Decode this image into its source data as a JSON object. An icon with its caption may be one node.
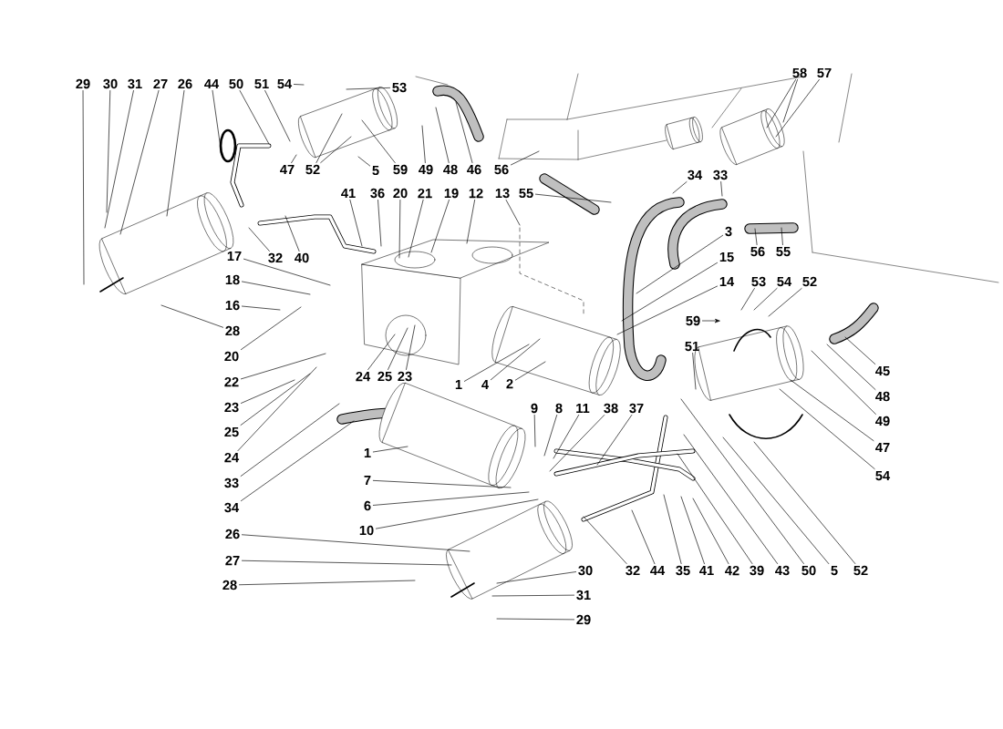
{
  "diagram": {
    "nodes": [
      {
        "text": [
          "29"
        ]
      },
      {
        "text": [
          "30"
        ]
      },
      {
        "text": [
          "31"
        ]
      },
      {
        "text": [
          "27"
        ]
      },
      {
        "text": [
          "26"
        ]
      },
      {
        "text": [
          "44"
        ]
      },
      {
        "text": [
          "50"
        ]
      },
      {
        "text": [
          "51"
        ]
      },
      {
        "text": [
          "54"
        ]
      },
      {
        "text": [
          "53"
        ]
      },
      {
        "text": [
          "47"
        ]
      },
      {
        "text": [
          "52"
        ]
      },
      {
        "text": [
          "5"
        ]
      },
      {
        "text": [
          "59"
        ]
      },
      {
        "text": [
          "49"
        ]
      },
      {
        "text": [
          "48"
        ]
      },
      {
        "text": [
          "46"
        ]
      },
      {
        "text": [
          "56"
        ]
      },
      {
        "text": [
          "58"
        ]
      },
      {
        "text": [
          "57"
        ]
      },
      {
        "text": [
          "41"
        ]
      },
      {
        "text": [
          "36"
        ]
      },
      {
        "text": [
          "20"
        ]
      },
      {
        "text": [
          "21"
        ]
      },
      {
        "text": [
          "19"
        ]
      },
      {
        "text": [
          "12"
        ]
      },
      {
        "text": [
          "13"
        ]
      },
      {
        "text": [
          "55"
        ]
      },
      {
        "text": [
          "34"
        ]
      },
      {
        "text": [
          "33"
        ]
      },
      {
        "text": [
          "3"
        ]
      },
      {
        "text": [
          "56"
        ]
      },
      {
        "text": [
          "55"
        ]
      },
      {
        "text": [
          "15"
        ]
      },
      {
        "text": [
          "14"
        ]
      },
      {
        "text": [
          "32"
        ]
      },
      {
        "text": [
          "40"
        ]
      },
      {
        "text": [
          "17"
        ]
      },
      {
        "text": [
          "18"
        ]
      },
      {
        "text": [
          "16"
        ]
      },
      {
        "text": [
          "28"
        ]
      },
      {
        "text": [
          "20"
        ]
      },
      {
        "text": [
          "22"
        ]
      },
      {
        "text": [
          "23"
        ]
      },
      {
        "text": [
          "25"
        ]
      },
      {
        "text": [
          "24"
        ]
      },
      {
        "text": [
          "33"
        ]
      },
      {
        "text": [
          "34"
        ]
      },
      {
        "text": [
          "24"
        ]
      },
      {
        "text": [
          "25"
        ]
      },
      {
        "text": [
          "23"
        ]
      },
      {
        "text": [
          "1"
        ]
      },
      {
        "text": [
          "4"
        ]
      },
      {
        "text": [
          "2"
        ]
      },
      {
        "text": [
          "59"
        ]
      },
      {
        "text": [
          "53"
        ]
      },
      {
        "text": [
          "54"
        ]
      },
      {
        "text": [
          "52"
        ]
      },
      {
        "text": [
          "51"
        ]
      },
      {
        "text": [
          "45"
        ]
      },
      {
        "text": [
          "48"
        ]
      },
      {
        "text": [
          "49"
        ]
      },
      {
        "text": [
          "47"
        ]
      },
      {
        "text": [
          "54"
        ]
      },
      {
        "text": [
          "1"
        ]
      },
      {
        "text": [
          "9"
        ]
      },
      {
        "text": [
          "8"
        ]
      },
      {
        "text": [
          "11"
        ]
      },
      {
        "text": [
          "38"
        ]
      },
      {
        "text": [
          "37"
        ]
      },
      {
        "text": [
          "7"
        ]
      },
      {
        "text": [
          "6"
        ]
      },
      {
        "text": [
          "10"
        ]
      },
      {
        "text": [
          "26"
        ]
      },
      {
        "text": [
          "27"
        ]
      },
      {
        "text": [
          "28"
        ]
      },
      {
        "text": [
          "32"
        ]
      },
      {
        "text": [
          "44"
        ]
      },
      {
        "text": [
          "35"
        ]
      },
      {
        "text": [
          "41"
        ]
      },
      {
        "text": [
          "42"
        ]
      },
      {
        "text": [
          "39"
        ]
      },
      {
        "text": [
          "43"
        ]
      },
      {
        "text": [
          "50"
        ]
      },
      {
        "text": [
          "5"
        ]
      },
      {
        "text": [
          "52"
        ]
      },
      {
        "text": [
          "30"
        ]
      },
      {
        "text": [
          "31"
        ]
      },
      {
        "text": [
          "29"
        ]
      }
    ],
    "edges": [
      {
        "from": 0,
        "to": null,
        "arrow": "none"
      },
      {
        "from": 1,
        "to": null,
        "arrow": "none"
      },
      {
        "from": 2,
        "to": null,
        "arrow": "none"
      },
      {
        "from": 3,
        "to": null,
        "arrow": "none"
      },
      {
        "from": 4,
        "to": null,
        "arrow": "none"
      },
      {
        "from": 5,
        "to": null,
        "arrow": "none"
      },
      {
        "from": 6,
        "to": null,
        "arrow": "none"
      },
      {
        "from": 7,
        "to": null,
        "arrow": "none"
      },
      {
        "from": 8,
        "to": null,
        "arrow": "none"
      },
      {
        "from": 9,
        "to": null,
        "arrow": "none"
      },
      {
        "from": 10,
        "to": null,
        "arrow": "none"
      },
      {
        "from": 11,
        "to": null,
        "arrow": "none"
      },
      {
        "from": 11,
        "to": null,
        "arrow": "none"
      },
      {
        "from": 12,
        "to": null,
        "arrow": "none"
      },
      {
        "from": 13,
        "to": null,
        "arrow": "none"
      },
      {
        "from": 14,
        "to": null,
        "arrow": "none"
      },
      {
        "from": 15,
        "to": null,
        "arrow": "none"
      },
      {
        "from": 16,
        "to": null,
        "arrow": "none"
      },
      {
        "from": 17,
        "to": null,
        "arrow": "none"
      },
      {
        "from": 18,
        "to": null,
        "arrow": "none"
      },
      {
        "from": 18,
        "to": null,
        "arrow": "none"
      },
      {
        "from": 19,
        "to": null,
        "arrow": "none"
      },
      {
        "from": 20,
        "to": null,
        "arrow": "none"
      },
      {
        "from": 21,
        "to": null,
        "arrow": "none"
      },
      {
        "from": 22,
        "to": null,
        "arrow": "none"
      },
      {
        "from": 23,
        "to": null,
        "arrow": "none"
      },
      {
        "from": 24,
        "to": null,
        "arrow": "none"
      },
      {
        "from": 25,
        "to": null,
        "arrow": "none"
      },
      {
        "from": 26,
        "to": null,
        "arrow": "none"
      },
      {
        "from": 27,
        "to": null,
        "arrow": "none"
      },
      {
        "from": 28,
        "to": null,
        "arrow": "none"
      },
      {
        "from": 29,
        "to": null,
        "arrow": "none"
      },
      {
        "from": 30,
        "to": null,
        "arrow": "none"
      },
      {
        "from": 31,
        "to": null,
        "arrow": "none"
      },
      {
        "from": 32,
        "to": null,
        "arrow": "none"
      },
      {
        "from": 33,
        "to": null,
        "arrow": "none"
      },
      {
        "from": 34,
        "to": null,
        "arrow": "none"
      },
      {
        "from": 35,
        "to": null,
        "arrow": "none"
      },
      {
        "from": 36,
        "to": null,
        "arrow": "none"
      },
      {
        "from": 37,
        "to": null,
        "arrow": "none"
      },
      {
        "from": 38,
        "to": null,
        "arrow": "none"
      },
      {
        "from": 39,
        "to": null,
        "arrow": "none"
      },
      {
        "from": 40,
        "to": null,
        "arrow": "none"
      },
      {
        "from": 41,
        "to": null,
        "arrow": "none"
      },
      {
        "from": 42,
        "to": null,
        "arrow": "none"
      },
      {
        "from": 43,
        "to": null,
        "arrow": "none"
      },
      {
        "from": 44,
        "to": null,
        "arrow": "none"
      },
      {
        "from": 45,
        "to": null,
        "arrow": "none"
      },
      {
        "from": 46,
        "to": null,
        "arrow": "none"
      },
      {
        "from": 47,
        "to": null,
        "arrow": "none"
      },
      {
        "from": 48,
        "to": null,
        "arrow": "none"
      },
      {
        "from": 49,
        "to": null,
        "arrow": "none"
      },
      {
        "from": 50,
        "to": null,
        "arrow": "none"
      },
      {
        "from": 51,
        "to": null,
        "arrow": "none"
      },
      {
        "from": 52,
        "to": null,
        "arrow": "none"
      },
      {
        "from": 53,
        "to": null,
        "arrow": "none"
      },
      {
        "from": 54,
        "to": null,
        "arrow": "to"
      },
      {
        "from": 55,
        "to": null,
        "arrow": "none"
      },
      {
        "from": 56,
        "to": null,
        "arrow": "none"
      },
      {
        "from": 57,
        "to": null,
        "arrow": "none"
      },
      {
        "from": 58,
        "to": null,
        "arrow": "none"
      },
      {
        "from": 59,
        "to": null,
        "arrow": "none"
      },
      {
        "from": 60,
        "to": null,
        "arrow": "none"
      },
      {
        "from": 61,
        "to": null,
        "arrow": "none"
      },
      {
        "from": 62,
        "to": null,
        "arrow": "none"
      },
      {
        "from": 63,
        "to": null,
        "arrow": "none"
      },
      {
        "from": 64,
        "to": null,
        "arrow": "none"
      },
      {
        "from": 65,
        "to": null,
        "arrow": "none"
      },
      {
        "from": 66,
        "to": null,
        "arrow": "none"
      },
      {
        "from": 67,
        "to": null,
        "arrow": "none"
      },
      {
        "from": 68,
        "to": null,
        "arrow": "none"
      },
      {
        "from": 69,
        "to": null,
        "arrow": "none"
      },
      {
        "from": 70,
        "to": null,
        "arrow": "none"
      },
      {
        "from": 71,
        "to": null,
        "arrow": "none"
      },
      {
        "from": 72,
        "to": null,
        "arrow": "none"
      },
      {
        "from": 73,
        "to": null,
        "arrow": "none"
      },
      {
        "from": 74,
        "to": null,
        "arrow": "none"
      },
      {
        "from": 75,
        "to": null,
        "arrow": "none"
      },
      {
        "from": 76,
        "to": null,
        "arrow": "none"
      },
      {
        "from": 77,
        "to": null,
        "arrow": "none"
      },
      {
        "from": 78,
        "to": null,
        "arrow": "none"
      },
      {
        "from": 79,
        "to": null,
        "arrow": "none"
      },
      {
        "from": 80,
        "to": null,
        "arrow": "none"
      },
      {
        "from": 81,
        "to": null,
        "arrow": "none"
      },
      {
        "from": 82,
        "to": null,
        "arrow": "none"
      },
      {
        "from": 83,
        "to": null,
        "arrow": "none"
      },
      {
        "from": 84,
        "to": null,
        "arrow": "none"
      },
      {
        "from": 85,
        "to": null,
        "arrow": "none"
      },
      {
        "from": 86,
        "to": null,
        "arrow": "none"
      },
      {
        "from": 87,
        "to": null,
        "arrow": "none"
      },
      {
        "from": 88,
        "to": null,
        "arrow": "none"
      }
    ]
  }
}
